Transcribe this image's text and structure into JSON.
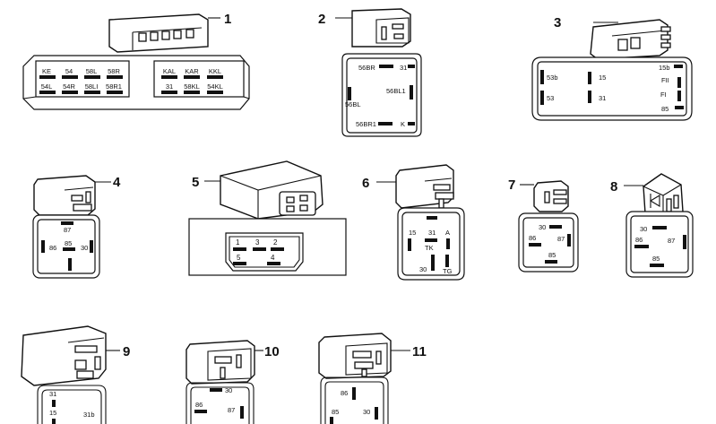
{
  "relays": [
    {
      "id": "1",
      "pins": [
        "KE",
        "54",
        "58L",
        "58R",
        "54L",
        "54R",
        "58LI",
        "58R1",
        "KAL",
        "KAR",
        "KKL",
        "31",
        "58KL",
        "54KL"
      ]
    },
    {
      "id": "2",
      "pins": [
        "56BR",
        "31",
        "56BL1",
        "56BL",
        "56BR1",
        "K"
      ]
    },
    {
      "id": "3",
      "pins": [
        "53b",
        "15",
        "15b",
        "FII",
        "53",
        "31",
        "FI",
        "85"
      ]
    },
    {
      "id": "4",
      "pins": [
        "87",
        "86",
        "85",
        "30"
      ]
    },
    {
      "id": "5",
      "pins": [
        "1",
        "3",
        "2",
        "5",
        "4"
      ]
    },
    {
      "id": "6",
      "pins": [
        "15",
        "31",
        "A",
        "TK",
        "30",
        "TG"
      ]
    },
    {
      "id": "7",
      "pins": [
        "30",
        "86",
        "87",
        "85"
      ]
    },
    {
      "id": "8",
      "pins": [
        "30",
        "86",
        "87",
        "85"
      ]
    },
    {
      "id": "9",
      "pins": [
        "31",
        "15",
        "31b"
      ]
    },
    {
      "id": "10",
      "pins": [
        "30",
        "86",
        "87"
      ]
    },
    {
      "id": "11",
      "pins": [
        "86",
        "85",
        "30"
      ]
    }
  ]
}
